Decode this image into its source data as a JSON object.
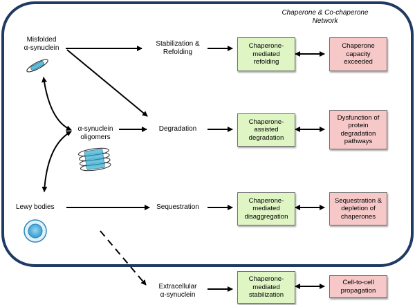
{
  "network_title": "Chaperone & Co-chaperone\nNetwork",
  "species": {
    "misfolded": "Misfolded\nα-synuclein",
    "oligomers": "α-synuclein\noligomers",
    "lewy": "Lewy bodies"
  },
  "processes": {
    "stabilization": "Stabilization &\nRefolding",
    "degradation": "Degradation",
    "sequestration": "Sequestration",
    "extracellular": "Extracellular\nα-synuclein"
  },
  "chaperone_boxes": {
    "refolding": "Chaperone-\nmediated\nrefolding",
    "degradation": "Chaperone-\nassisted\ndegradation",
    "disaggregation": "Chaperone-\nmediated\ndisaggregation",
    "stabilization": "Chaperone-\nmediated\nstabilization"
  },
  "outcome_boxes": {
    "capacity": "Chaperone\ncapacity\nexceeded",
    "dysfunction": "Dysfunction of\nprotein\ndegradation\npathways",
    "sequestration": "Sequestration &\ndepletion of\nchaperones",
    "propagation": "Cell-to-cell\npropagation"
  },
  "colors": {
    "chaperone_fill": "#dff5c4",
    "outcome_fill": "#f6c8c8",
    "network_border": "#1f3a63",
    "protein_blue": "#5bc0de"
  },
  "icons": [
    "misfolded-protein-icon",
    "oligomer-stack-icon",
    "lewy-body-icon"
  ]
}
